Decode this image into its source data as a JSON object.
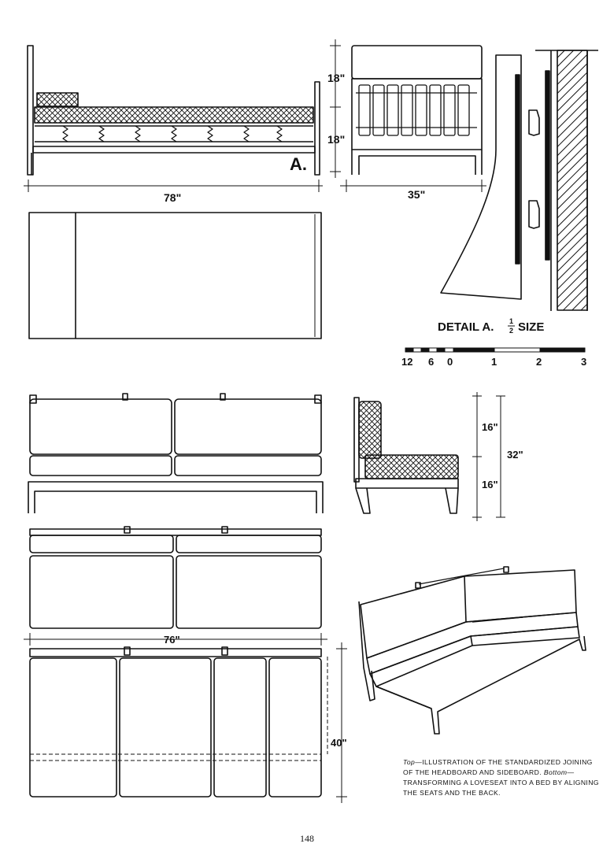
{
  "labels": {
    "bed_height_top": "18\"",
    "bed_height_bottom": "18\"",
    "bed_length": "78\"",
    "end_width": "35\"",
    "detail_marker": "A.",
    "detail_title": "DETAIL A.",
    "detail_frac_num": "1",
    "detail_frac_den": "2",
    "detail_size": "SIZE",
    "seat_back_height": "16\"",
    "seat_height": "16\"",
    "total_height": "32\"",
    "loveseat_length": "76\"",
    "bed_width": "40\""
  },
  "scale": {
    "ticks": [
      "12",
      "6",
      "0",
      "1",
      "2",
      "3"
    ]
  },
  "caption": {
    "top_label": "Top",
    "top_text": "—ILLUSTRATION OF THE STANDARDIZED JOINING OF THE HEADBOARD AND SIDEBOARD.",
    "bottom_label": "Bottom",
    "bottom_text": "—TRANSFORMING A LOVESEAT INTO A BED BY ALIGNING THE SEATS AND THE BACK."
  },
  "page_number": "148"
}
